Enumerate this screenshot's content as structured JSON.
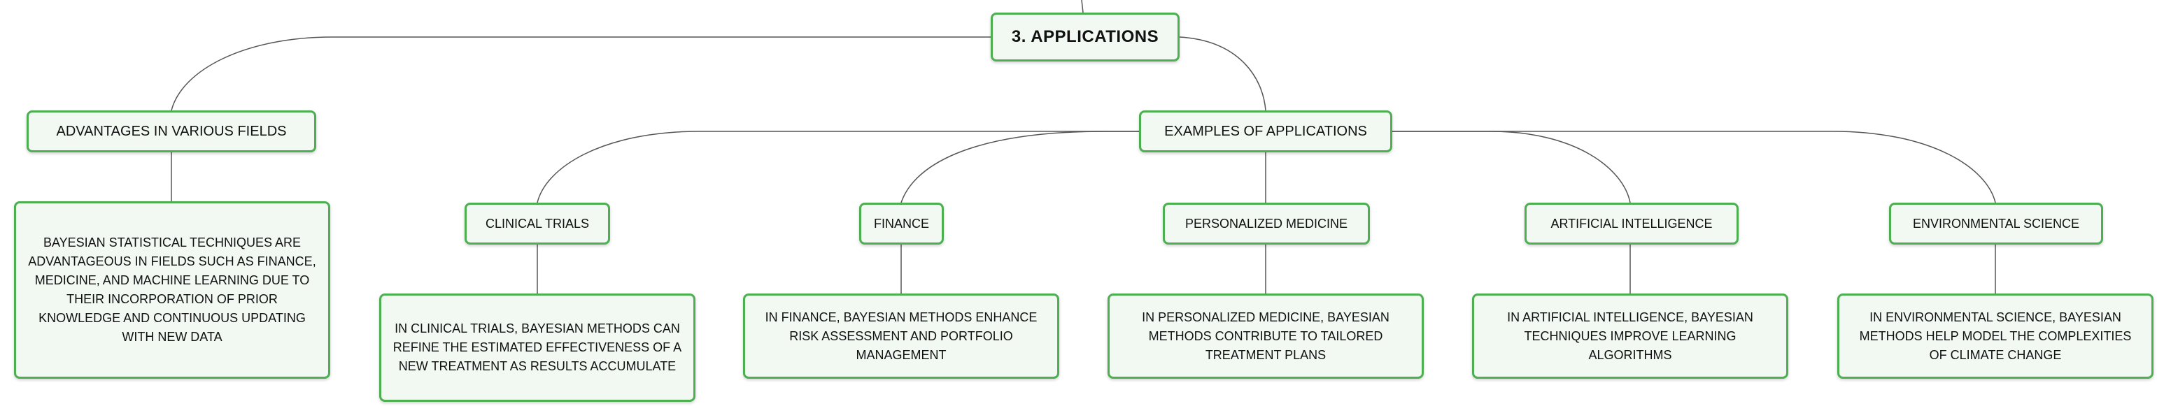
{
  "diagram": {
    "root": "3. APPLICATIONS",
    "advantages": {
      "title": "ADVANTAGES IN VARIOUS FIELDS",
      "description": "BAYESIAN STATISTICAL TECHNIQUES ARE ADVANTAGEOUS IN FIELDS SUCH AS FINANCE, MEDICINE, AND MACHINE LEARNING DUE TO THEIR INCORPORATION OF PRIOR KNOWLEDGE AND CONTINUOUS UPDATING WITH NEW DATA"
    },
    "examples": {
      "title": "EXAMPLES OF APPLICATIONS",
      "items": [
        {
          "title": "CLINICAL TRIALS",
          "description": "IN CLINICAL TRIALS, BAYESIAN METHODS CAN REFINE THE ESTIMATED EFFECTIVENESS OF A NEW TREATMENT AS RESULTS ACCUMULATE"
        },
        {
          "title": "FINANCE",
          "description": "IN FINANCE, BAYESIAN METHODS ENHANCE RISK ASSESSMENT AND PORTFOLIO MANAGEMENT"
        },
        {
          "title": "PERSONALIZED MEDICINE",
          "description": "IN PERSONALIZED MEDICINE, BAYESIAN METHODS CONTRIBUTE TO TAILORED TREATMENT PLANS"
        },
        {
          "title": "ARTIFICIAL INTELLIGENCE",
          "description": "IN ARTIFICIAL INTELLIGENCE, BAYESIAN TECHNIQUES IMPROVE LEARNING ALGORITHMS"
        },
        {
          "title": "ENVIRONMENTAL SCIENCE",
          "description": "IN ENVIRONMENTAL SCIENCE, BAYESIAN METHODS HELP MODEL THE COMPLEXITIES OF CLIMATE CHANGE"
        }
      ]
    }
  },
  "colors": {
    "node_border": "#4caf50",
    "node_fill": "#f2f9f3",
    "connector": "#555555"
  }
}
